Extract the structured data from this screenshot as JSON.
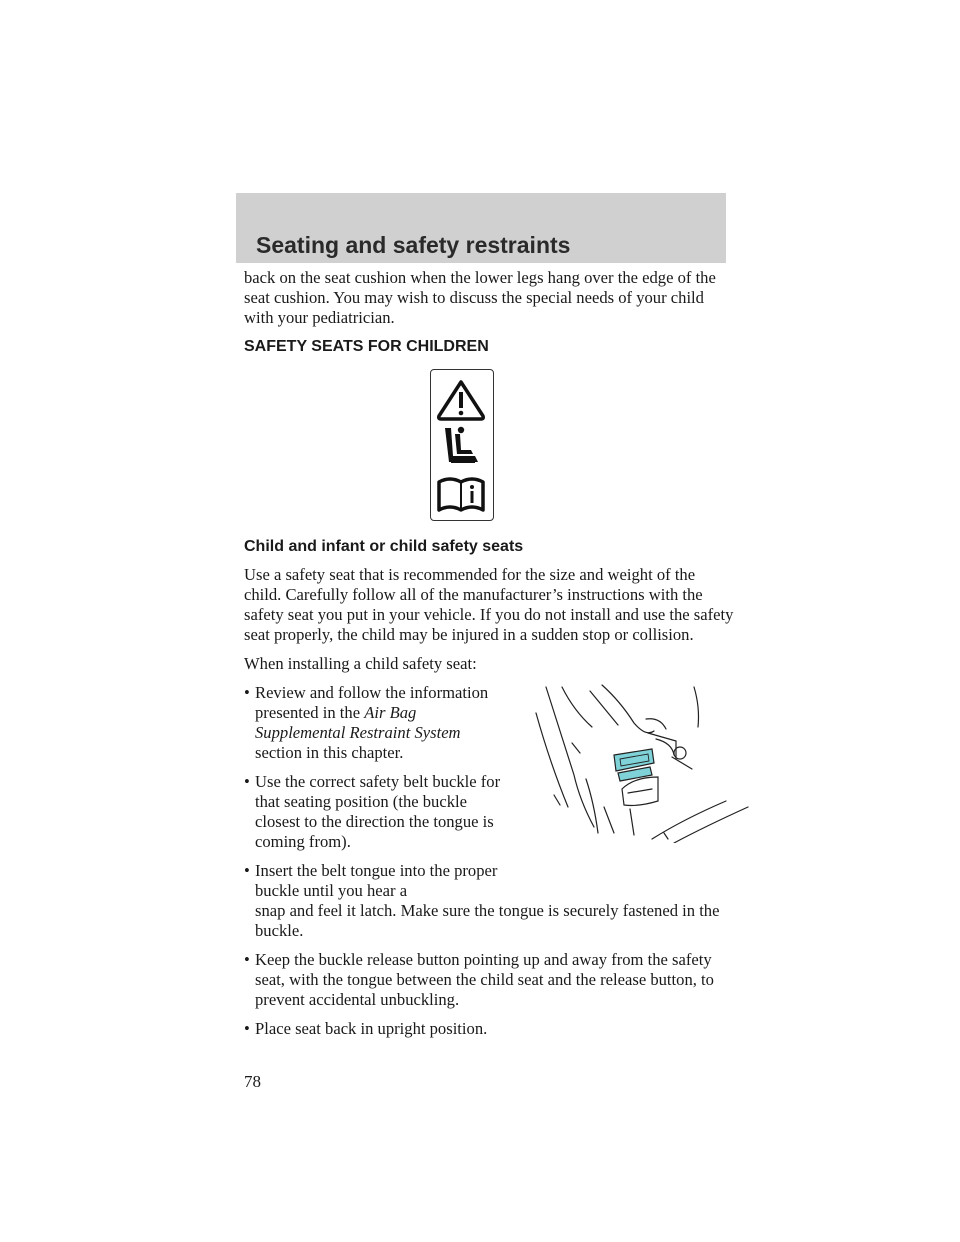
{
  "header": {
    "title": "Seating and safety restraints"
  },
  "body": {
    "para_continued": "back on the seat cushion when the lower legs hang over the edge of the seat cushion. You may wish to discuss the special needs of your child with your pediatrician.",
    "section_heading": "SAFETY SEATS FOR CHILDREN",
    "symbols": [
      "warning-triangle-icon",
      "child-seat-icon",
      "manual-info-icon"
    ],
    "subheading": "Child and infant or child safety seats",
    "para_intro": "Use a safety seat that is recommended for the size and weight of the child. Carefully follow all of the manufacturer’s instructions with the safety seat you put in your vehicle. If you do not install and use the safety seat properly, the child may be injured in a sudden stop or collision.",
    "installing_lead": "When installing a child safety seat:",
    "bullet_symbol": "•",
    "bullet1_pre": "Review and follow the information presented in the",
    "bullet1_ref": "Air Bag Supplemental Restraint System",
    "bullet1_post": "section in this chapter.",
    "bullet2": "Use the correct safety belt buckle for that seating position (the buckle closest to the direction the tongue is coming from).",
    "bullet3_a": "Insert the belt tongue into the proper buckle until you hear a",
    "bullet3_b": "snap and feel it latch. Make sure the tongue is securely fastened in the buckle.",
    "bullet4": "Keep the buckle release button pointing up and away from the safety seat, with the tongue between the child seat and the release button, to prevent accidental unbuckling.",
    "bullet5": "Place seat back in upright position."
  },
  "colors": {
    "header_bg": "#d0d0d0",
    "buckle_highlight": "#7fd3d8"
  },
  "footer": {
    "page_number": "78"
  }
}
